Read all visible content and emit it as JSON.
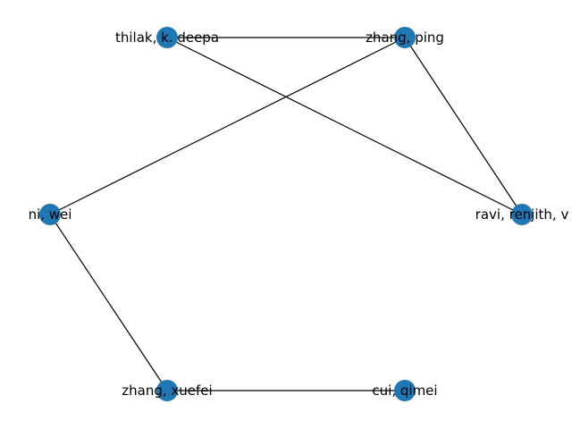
{
  "graph": {
    "node_color": "#1f77b4",
    "edge_color": "#000000",
    "nodes": [
      {
        "id": "thilak",
        "label": "thilak, k. deepa"
      },
      {
        "id": "zhang_ping",
        "label": "zhang, ping"
      },
      {
        "id": "ni_wei",
        "label": "ni, wei"
      },
      {
        "id": "ravi",
        "label": "ravi, renjith, v"
      },
      {
        "id": "zhang_xuefei",
        "label": "zhang, xuefei"
      },
      {
        "id": "cui_qimei",
        "label": "cui, qimei"
      }
    ],
    "edges": [
      [
        "thilak",
        "zhang_ping"
      ],
      [
        "thilak",
        "ravi"
      ],
      [
        "zhang_ping",
        "ni_wei"
      ],
      [
        "zhang_ping",
        "ravi"
      ],
      [
        "ni_wei",
        "zhang_xuefei"
      ],
      [
        "zhang_xuefei",
        "cui_qimei"
      ]
    ]
  }
}
